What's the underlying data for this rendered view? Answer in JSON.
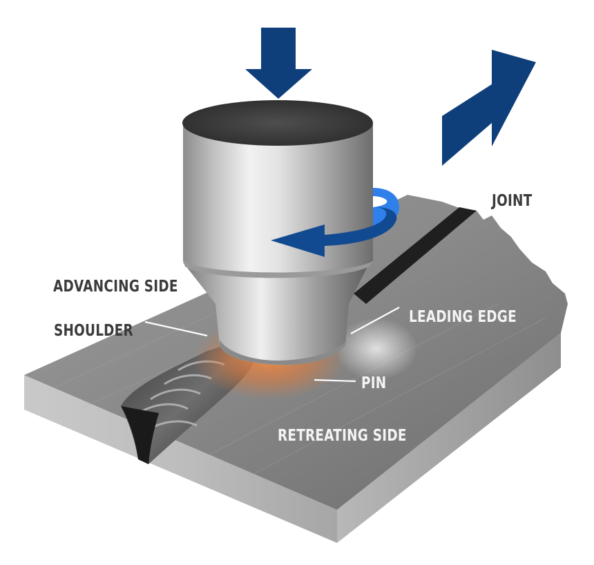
{
  "labels": {
    "joint": "JOINT",
    "advancing_side": "ADVANCING SIDE",
    "shoulder": "SHOULDER",
    "leading_edge": "LEADING EDGE",
    "pin": "PIN",
    "retreating_side": "RETREATING SIDE"
  },
  "colors": {
    "arrow": "#0f3f7a",
    "rotation_arrow": "#124a91",
    "rotation_ring": "#2f80ea",
    "plate": "#8c8c8c",
    "heat_glow": "#e8813c",
    "label_dark": "#3b3b3b",
    "label_light": "#f4f4f4"
  },
  "icons": {
    "downforce": "down-arrow-icon",
    "travel": "travel-direction-arrow-icon",
    "rotation": "rotation-arrow-icon"
  }
}
